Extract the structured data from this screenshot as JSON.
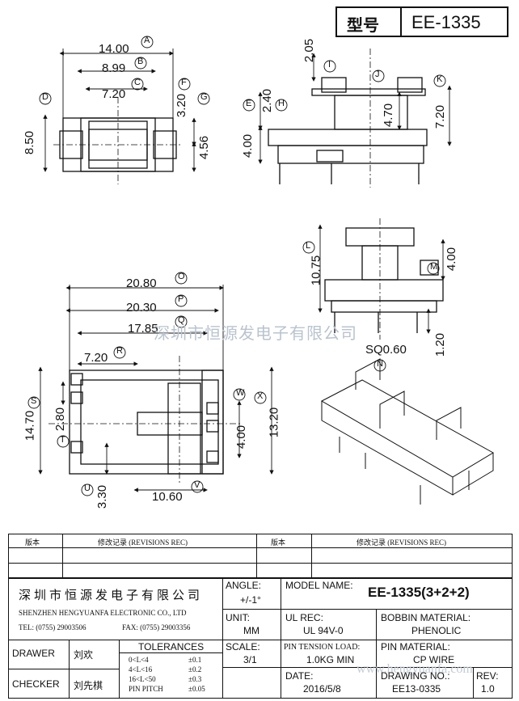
{
  "header": {
    "type_label": "型号",
    "model": "EE-1335"
  },
  "dimensions": {
    "top_left": [
      {
        "value": "14.00",
        "tag": "A"
      },
      {
        "value": "8.99",
        "tag": "B"
      },
      {
        "value": "7.20",
        "tag": "C"
      },
      {
        "value": "8.50",
        "tag": "D"
      },
      {
        "value": "3.20",
        "tag": "F"
      },
      {
        "value": "4.56",
        "tag": "G"
      }
    ],
    "top_right": [
      {
        "value": "2.05",
        "tag": "I"
      },
      {
        "value": "2.40",
        "tag": "E"
      },
      {
        "value": "4.00",
        "tag": "H"
      },
      {
        "value": "4.70",
        "tag": "J"
      },
      {
        "value": "7.20",
        "tag": "K"
      }
    ],
    "mid_right": [
      {
        "value": "10.75",
        "tag": "L"
      },
      {
        "value": "4.00",
        "tag": "M"
      },
      {
        "value": "1.20",
        "tag": ""
      },
      {
        "value": "SQ0.60",
        "tag": "N"
      }
    ],
    "bottom_left": [
      {
        "value": "20.80",
        "tag": "O"
      },
      {
        "value": "20.30",
        "tag": "P"
      },
      {
        "value": "17.85",
        "tag": "Q"
      },
      {
        "value": "7.20",
        "tag": "R"
      },
      {
        "value": "14.70",
        "tag": "S"
      },
      {
        "value": "2.80",
        "tag": "T"
      },
      {
        "value": "3.30",
        "tag": "U"
      },
      {
        "value": "10.60",
        "tag": "V"
      },
      {
        "value": "4.00",
        "tag": "W"
      },
      {
        "value": "13.20",
        "tag": "X"
      }
    ]
  },
  "watermark": "深圳市恒源发电子有限公司",
  "revisions": {
    "col1": "版本",
    "col2": "修改记录 (REVISIONS REC)",
    "col3": "版本",
    "col4": "修改记录 (REVISIONS REC)"
  },
  "title_block": {
    "company_cn": "深圳市恒源发电子有限公司",
    "company_en": "SHENZHEN HENGYUANFA ELECTRONIC CO., LTD",
    "tel": "TEL: (0755) 29003506",
    "fax": "FAX: (0755) 29003356",
    "angle_label": "ANGLE:",
    "angle_value": "+/-1°",
    "model_name_label": "MODEL NAME:",
    "model_name_value": "EE-1335(3+2+2)",
    "unit_label": "UNIT:",
    "unit_value": "MM",
    "ul_label": "UL REC:",
    "ul_value": "UL 94V-0",
    "bobbin_label": "BOBBIN MATERIAL:",
    "bobbin_value": "PHENOLIC",
    "drawer_label": "DRAWER",
    "drawer_value": "刘欢",
    "checker_label": "CHECKER",
    "checker_value": "刘先棋",
    "tolerances_label": "TOLERANCES",
    "tolerances": [
      {
        "range": "0<L<4",
        "tol": "±0.1"
      },
      {
        "range": "4<L<16",
        "tol": "±0.2"
      },
      {
        "range": "16<L<50",
        "tol": "±0.3"
      },
      {
        "range": "PIN PITCH",
        "tol": "±0.05"
      }
    ],
    "scale_label": "SCALE:",
    "scale_value": "3/1",
    "pin_tension_label": "PIN TENSION LOAD:",
    "pin_tension_value": "1.0KG MIN",
    "pin_material_label": "PIN MATERIAL:",
    "pin_material_value": "CP WIRE",
    "date_label": "DATE:",
    "date_value": "2016/5/8",
    "drawing_no_label": "DRAWING NO.:",
    "drawing_no_value": "EE13-0335",
    "rev_label": "REV:",
    "rev_value": "1.0",
    "site_watermark": "www.hengyuanfa.com"
  }
}
